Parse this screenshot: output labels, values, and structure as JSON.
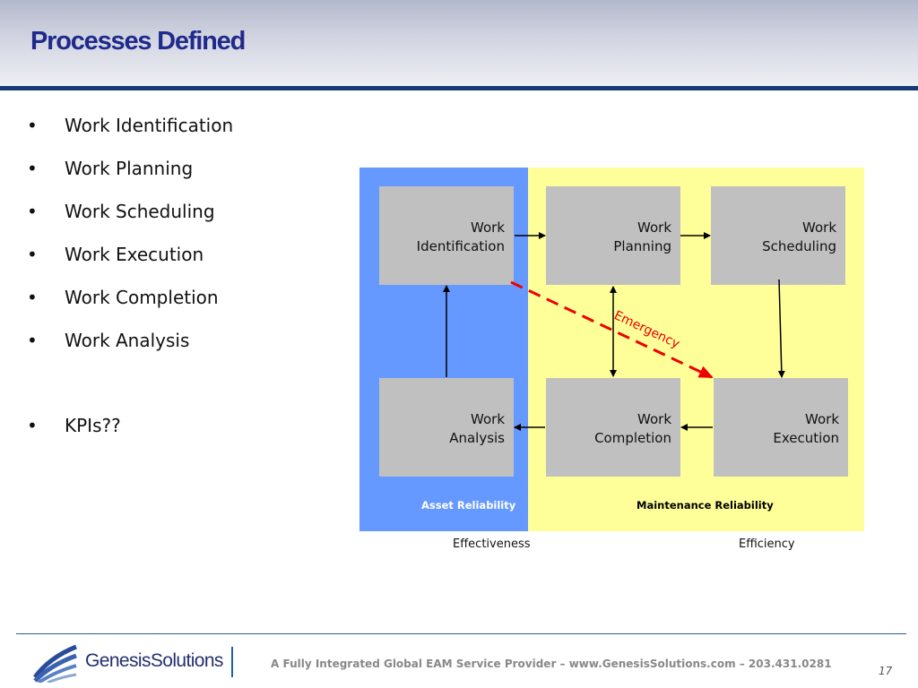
{
  "slide": {
    "title": "Processes Defined",
    "bullet_glyph": "•",
    "bullets": [
      "Work Identification",
      "Work Planning",
      "Work Scheduling",
      "Work Execution",
      "Work Completion",
      "Work Analysis",
      "KPIs??"
    ],
    "page_number": "17"
  },
  "diagram": {
    "boxes": {
      "identification": [
        "Work",
        "Identification"
      ],
      "planning": [
        "Work",
        "Planning"
      ],
      "scheduling": [
        "Work",
        "Scheduling"
      ],
      "analysis": [
        "Work",
        "Analysis"
      ],
      "completion": [
        "Work",
        "Completion"
      ],
      "execution": [
        "Work",
        "Execution"
      ]
    },
    "emergency_label": "Emergency",
    "zone_labels": {
      "asset": "Asset Reliability",
      "maintenance": "Maintenance Reliability"
    },
    "bottom_labels": {
      "effectiveness": "Effectiveness",
      "efficiency": "Efficiency"
    },
    "colors": {
      "asset_zone": "#6699ff",
      "maintenance_zone": "#ffff99",
      "box_fill": "#c0c0c0",
      "emergency": "#ff0000",
      "title": "#1f2a8c"
    }
  },
  "footer": {
    "logo_word1": "Genesis",
    "logo_word2": "Solutions",
    "tagline": "A Fully Integrated Global EAM Service Provider – www.GenesisSolutions.com – 203.431.0281"
  }
}
